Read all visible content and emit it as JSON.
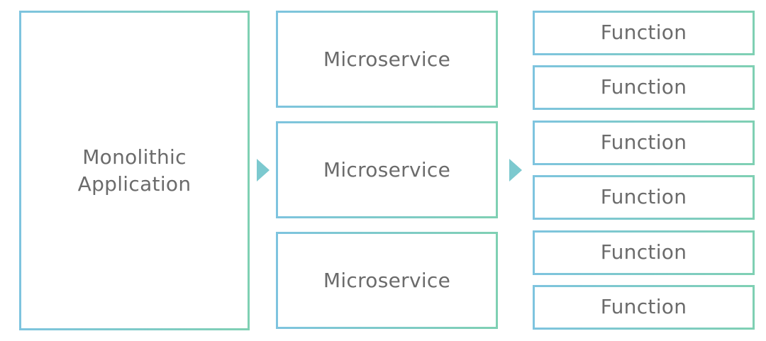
{
  "monolith": {
    "line1": "Monolithic",
    "line2": "Application"
  },
  "microservices": [
    {
      "label": "Microservice"
    },
    {
      "label": "Microservice"
    },
    {
      "label": "Microservice"
    }
  ],
  "functions": [
    {
      "label": "Function"
    },
    {
      "label": "Function"
    },
    {
      "label": "Function"
    },
    {
      "label": "Function"
    },
    {
      "label": "Function"
    },
    {
      "label": "Function"
    }
  ],
  "colors": {
    "border_start": "#7ec4df",
    "border_end": "#7fd0b3",
    "arrow": "#7cc9cf",
    "text": "#6b6b6b"
  }
}
